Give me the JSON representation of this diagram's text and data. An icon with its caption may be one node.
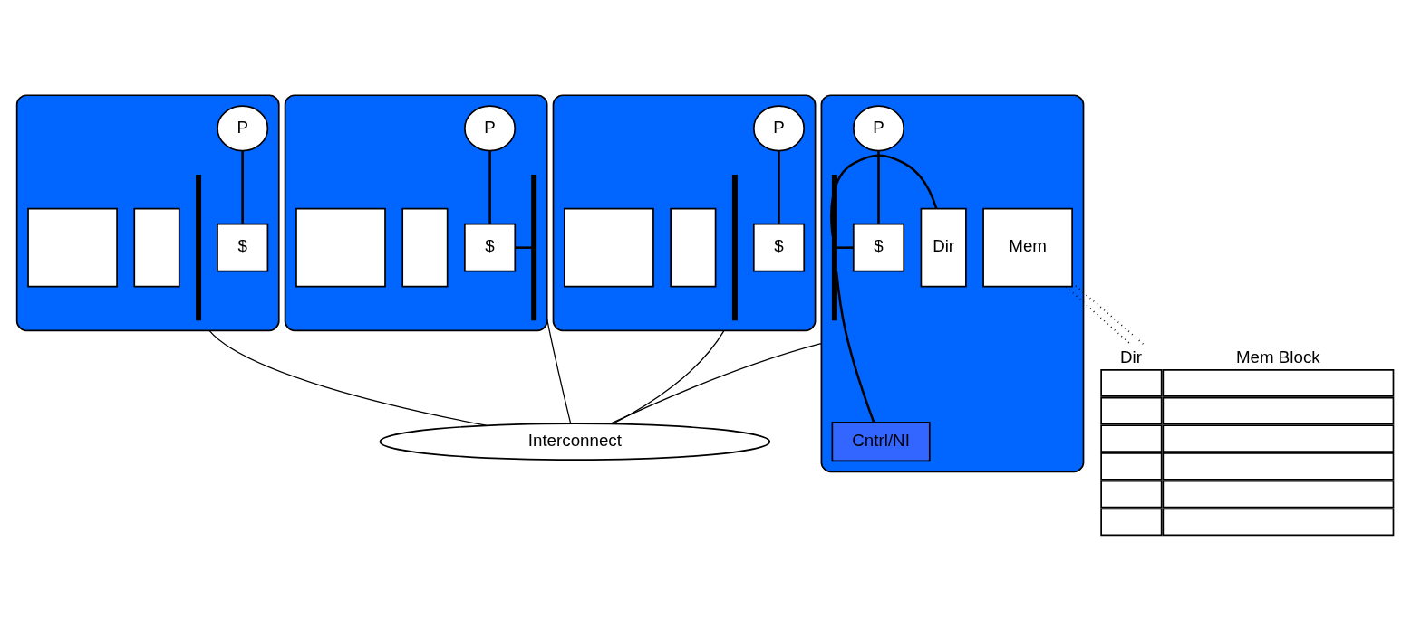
{
  "diagram": {
    "nodes": [
      {
        "text": [],
        "shape": "box"
      },
      {
        "text": [
          "P"
        ],
        "in": 0
      },
      {
        "text": [
          "$"
        ],
        "in": 0
      },
      {
        "text": [],
        "shape": "bar",
        "in": 0
      },
      {
        "text": [],
        "shape": "box",
        "in": 0
      },
      {
        "text": [],
        "shape": "box",
        "in": 0
      },
      {
        "text": [],
        "shape": "box"
      },
      {
        "text": [
          "P"
        ],
        "in": 6
      },
      {
        "text": [
          "$"
        ],
        "in": 6
      },
      {
        "text": [],
        "shape": "bar",
        "in": 6
      },
      {
        "text": [],
        "shape": "box",
        "in": 6
      },
      {
        "text": [],
        "shape": "box",
        "in": 6
      },
      {
        "text": [],
        "shape": "box"
      },
      {
        "text": [
          "P"
        ],
        "in": 12
      },
      {
        "text": [
          "$"
        ],
        "in": 12
      },
      {
        "text": [],
        "shape": "bar",
        "in": 12
      },
      {
        "text": [],
        "shape": "box",
        "in": 12
      },
      {
        "text": [],
        "shape": "box",
        "in": 12
      },
      {
        "text": [],
        "shape": "box"
      },
      {
        "text": [
          "P"
        ],
        "in": 18
      },
      {
        "text": [
          "$"
        ],
        "in": 18
      },
      {
        "text": [],
        "shape": "bar",
        "in": 18
      },
      {
        "text": [
          "Dir"
        ],
        "in": 18
      },
      {
        "text": [
          "Mem"
        ],
        "in": 18
      },
      {
        "text": [
          "Cntrl/NI"
        ],
        "in": 18
      },
      {
        "text": [
          "Dir",
          "Mem Block"
        ]
      },
      {
        "text": [
          "Interconnect"
        ]
      }
    ],
    "edges": [
      {
        "from": 1,
        "to": 2,
        "arrow": "none"
      },
      {
        "from": 7,
        "to": 8,
        "arrow": "none"
      },
      {
        "from": 8,
        "to": 9,
        "arrow": "none"
      },
      {
        "from": 13,
        "to": 14,
        "arrow": "none"
      },
      {
        "from": 19,
        "to": 20,
        "arrow": "none"
      },
      {
        "from": 20,
        "to": 21,
        "arrow": "none"
      },
      {
        "from": 21,
        "to": 22,
        "arrow": "none"
      },
      {
        "from": 21,
        "to": 24,
        "arrow": "none"
      },
      {
        "from": 23,
        "to": 25,
        "arrow": "none",
        "style": "dashed"
      },
      {
        "from": 23,
        "to": 25,
        "arrow": "none",
        "style": "dashed"
      },
      {
        "from": 0,
        "to": 26,
        "arrow": "none"
      },
      {
        "from": 6,
        "to": 26,
        "arrow": "none"
      },
      {
        "from": 12,
        "to": 26,
        "arrow": "none"
      },
      {
        "from": 18,
        "to": 26,
        "arrow": "none"
      }
    ]
  }
}
